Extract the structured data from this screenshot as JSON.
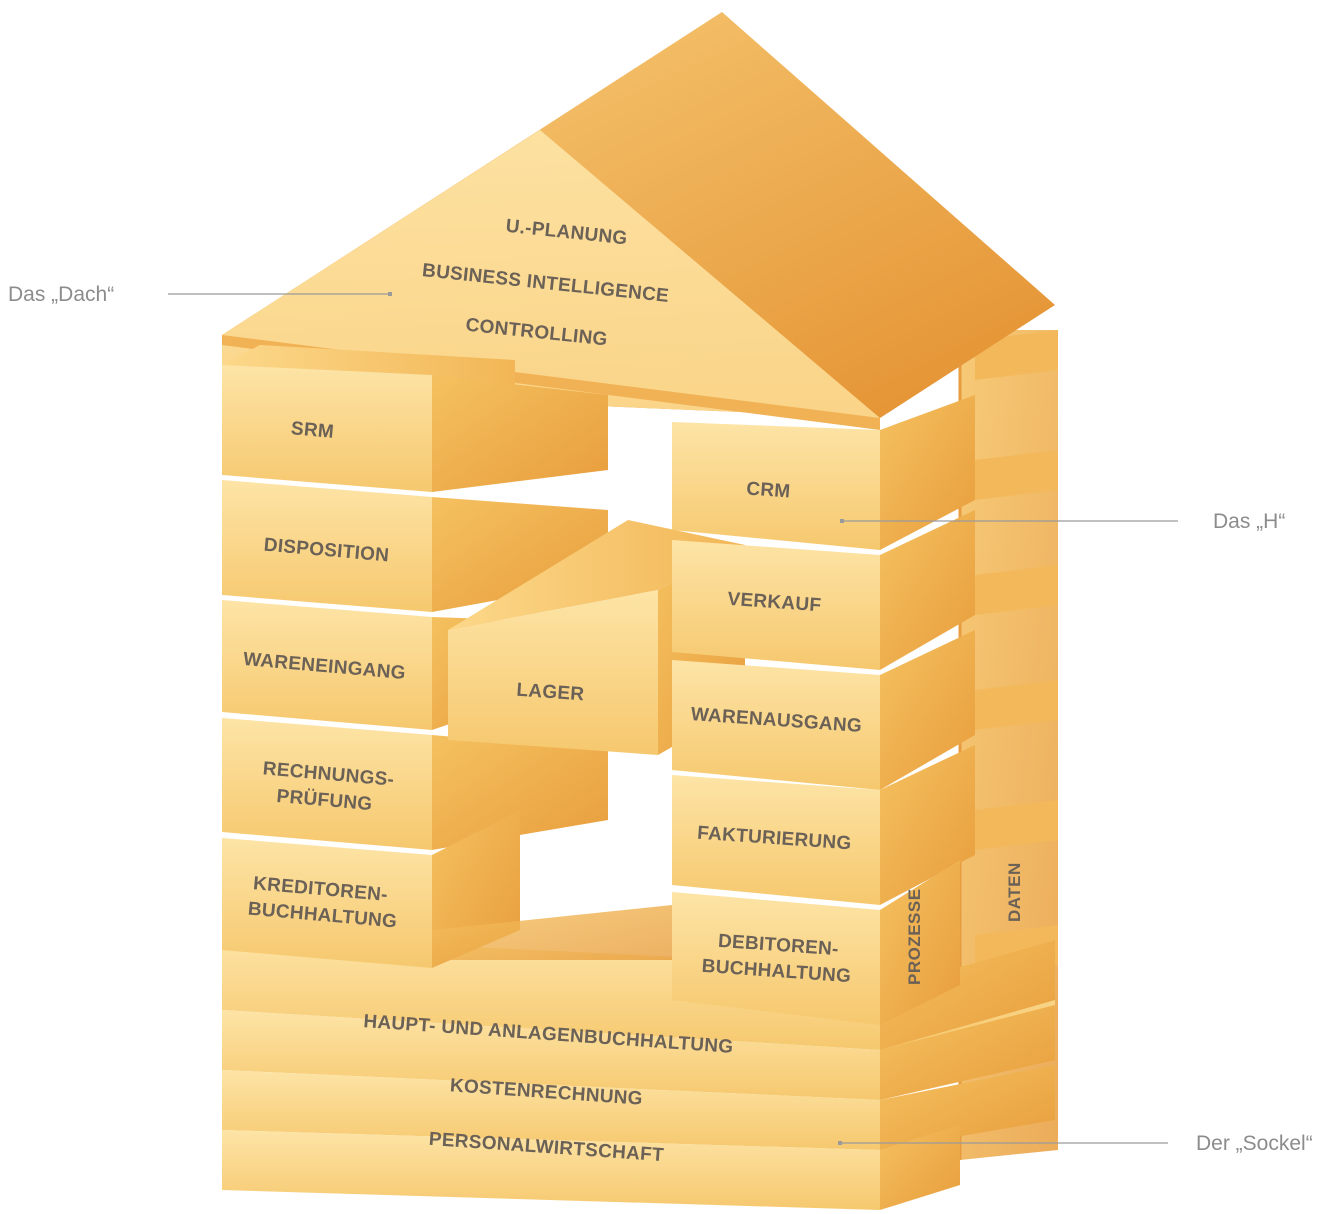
{
  "callouts": {
    "dach": "Das „Dach“",
    "h": "Das „H“",
    "sockel": "Der „Sockel“"
  },
  "roof": {
    "line1": "U.-PLANUNG",
    "line2": "BUSINESS INTELLIGENCE",
    "line3": "CONTROLLING"
  },
  "left_column": {
    "srm": "SRM",
    "disposition": "DISPOSITION",
    "wareneingang": "WARENEINGANG",
    "rechnungs_1": "RECHNUNGS-",
    "rechnungs_2": "PRÜFUNG",
    "kreditoren_1": "KREDITOREN-",
    "kreditoren_2": "BUCHHALTUNG"
  },
  "center": {
    "lager": "LAGER"
  },
  "right_column": {
    "crm": "CRM",
    "verkauf": "VERKAUF",
    "warenausgang": "WARENAUSGANG",
    "fakturierung": "FAKTURIERUNG",
    "debitoren_1": "DEBITOREN-",
    "debitoren_2": "BUCHHALTUNG"
  },
  "side_labels": {
    "prozesse": "PROZESSE",
    "daten": "DATEN"
  },
  "base": {
    "haupt": "HAUPT- UND ANLAGENBUCHHALTUNG",
    "kosten": "KOSTENRECHNUNG",
    "personal": "PERSONALWIRTSCHAFT"
  },
  "colors": {
    "block_light": "#fbdc95",
    "block_mid": "#f6c86e",
    "block_dark": "#eaa545",
    "label": "#6b6156",
    "callout": "#8c8c8c"
  }
}
